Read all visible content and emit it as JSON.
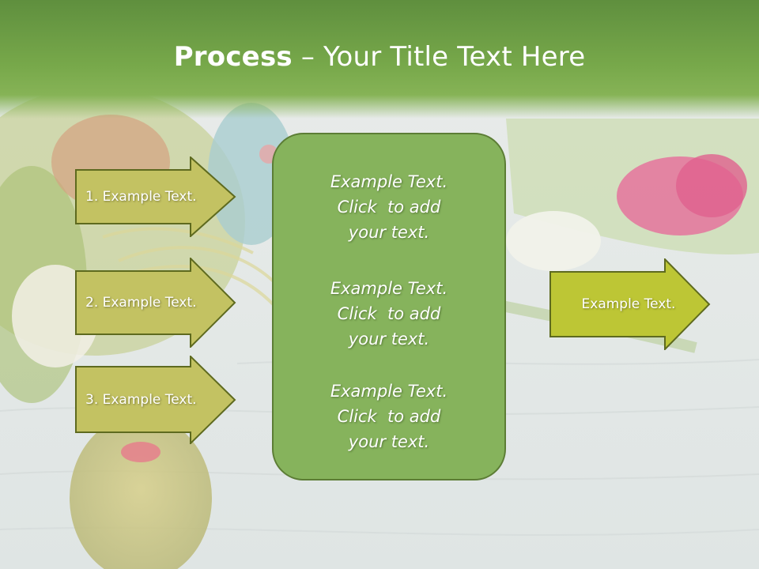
{
  "slide": {
    "title_bold": "Process",
    "title_rest": " – Your Title Text Here",
    "left_steps": [
      {
        "label": "1. Example Text."
      },
      {
        "label": "2. Example Text."
      },
      {
        "label": "3. Example Text."
      }
    ],
    "center_paragraphs": [
      {
        "line1": "Example Text.",
        "line2": "Click  to add",
        "line3": "your text."
      },
      {
        "line1": "Example Text.",
        "line2": "Click  to add",
        "line3": "your text."
      },
      {
        "line1": "Example Text.",
        "line2": "Click  to add",
        "line3": "your text."
      }
    ],
    "right_arrow_label": "Example Text."
  },
  "colors": {
    "header_green": "#6e9f45",
    "arrow_fill_left": "#c3c262",
    "arrow_fill_right": "#bdc635",
    "arrow_stroke": "#5e6a1f",
    "center_box_fill": "#86b35c",
    "center_box_border": "#5c7d35"
  },
  "decor": {
    "background_image": "easter-eggs-basket-tulips-photo"
  }
}
